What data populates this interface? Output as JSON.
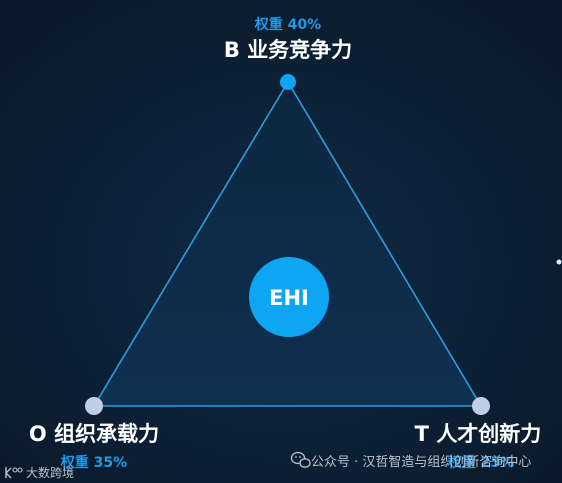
{
  "diagram": {
    "center_label": "EHI",
    "vertices": [
      {
        "id": "B",
        "letter": "B",
        "name": "业务竞争力",
        "weight": "权重 40%"
      },
      {
        "id": "O",
        "letter": "O",
        "name": "组织承载力",
        "weight": "权重 35%"
      },
      {
        "id": "T",
        "letter": "T",
        "name": "人才创新力",
        "weight": "权重 25%"
      }
    ]
  },
  "watermark": {
    "text": "公众号 · 汉哲智造与组织创新咨询中心",
    "icon": "wechat-icon"
  },
  "logo": {
    "text": "大数跨境",
    "icon": "bigdata-logo-icon"
  },
  "colors": {
    "background": "#0b1d30",
    "accent": "#1e9be8",
    "edge": "#2b9ce0",
    "fill": "#0f2c47",
    "node_top": "#0ea5f2",
    "node_bottom": "#c1cee8",
    "center": "#0ea5f2"
  }
}
